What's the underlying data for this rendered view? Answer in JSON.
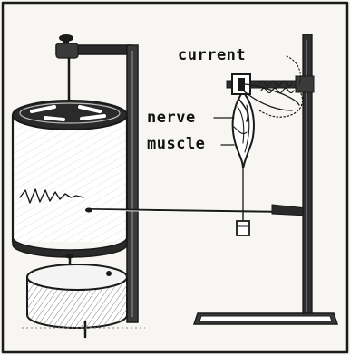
{
  "labels": {
    "current": "current",
    "nerve": "nerve",
    "muscle": "muscle"
  },
  "colors": {
    "paper": "#f7f6f2",
    "ink": "#1a1a1a",
    "bath_fill": "#ffffff",
    "hatch": "#8a8a8a"
  }
}
